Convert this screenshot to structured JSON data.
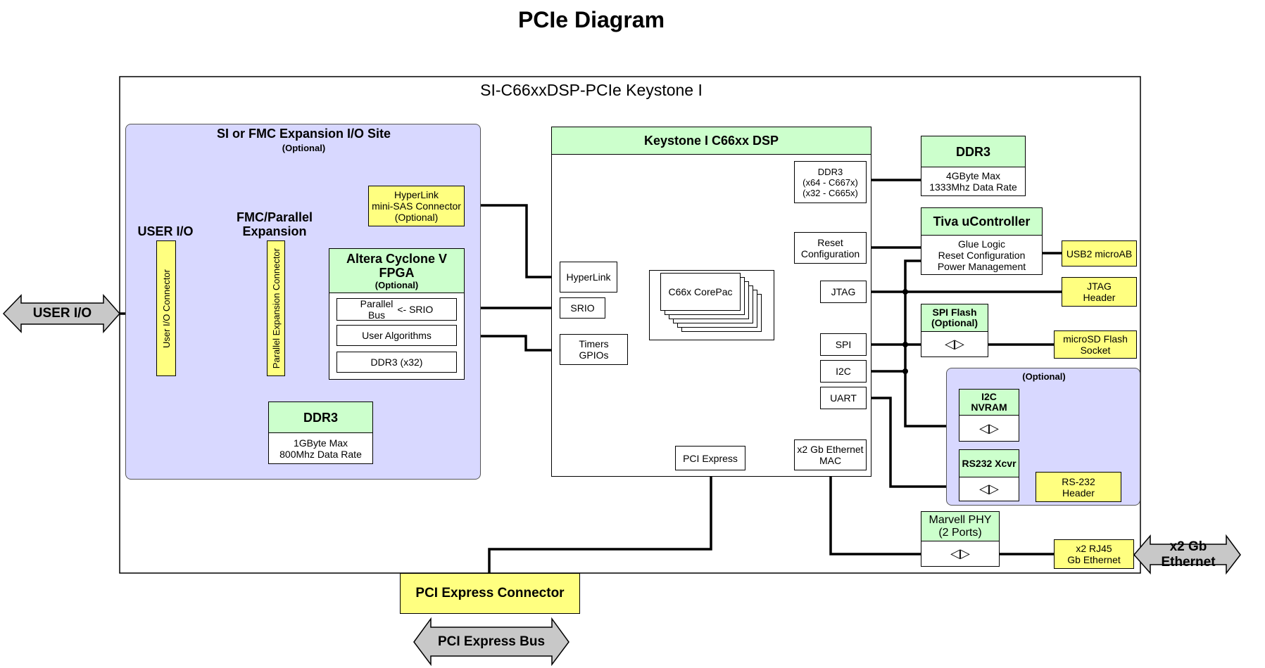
{
  "title": "PCIe Diagram",
  "board": {
    "title": "SI-C66xxDSP-PCIe  Keystone I"
  },
  "expansion": {
    "title": "SI or FMC Expansion I/O Site",
    "subtitle": "(Optional)",
    "user_io_label": "USER I/O",
    "user_io_connector": "User I/O Connector",
    "fmc_label_line1": "FMC/Parallel",
    "fmc_label_line2": "Expansion",
    "parallel_connector": "Parallel Expansion Connector",
    "hyperlink_conn_line1": "HyperLink",
    "hyperlink_conn_line2": "mini-SAS Connector",
    "hyperlink_conn_line3": "(Optional)",
    "fpga_title_line1": "Altera Cyclone V",
    "fpga_title_line2": "FPGA",
    "fpga_optional": "(Optional)",
    "fpga_parallel_line1": "Parallel",
    "fpga_parallel_line2": "Bus",
    "fpga_srio": "<- SRIO",
    "fpga_user_algorithms": "User Algorithms",
    "fpga_ddr3": "DDR3 (x32)",
    "ddr3_title": "DDR3",
    "ddr3_line1": "1GByte Max",
    "ddr3_line2": "800Mhz Data Rate"
  },
  "dsp": {
    "title": "Keystone I  C66xx DSP",
    "hyperlink": "HyperLink",
    "srio": "SRIO",
    "timers_line1": "Timers",
    "timers_line2": "GPIOs",
    "corepac": "C66x CorePac",
    "pci_express": "PCI Express",
    "ddr3_line1": "DDR3",
    "ddr3_line2": "(x64 - C667x)",
    "ddr3_line3": "(x32 - C665x)",
    "reset_line1": "Reset",
    "reset_line2": "Configuration",
    "jtag": "JTAG",
    "spi": "SPI",
    "i2c": "I2C",
    "uart": "UART",
    "eth_line1": "x2 Gb Ethernet",
    "eth_line2": "MAC"
  },
  "ddr3_ext": {
    "title": "DDR3",
    "line1": "4GByte Max",
    "line2": "1333Mhz Data Rate"
  },
  "tiva": {
    "title": "Tiva uController",
    "line1": "Glue Logic",
    "line2": "Reset Configuration",
    "line3": "Power Management"
  },
  "usb": {
    "label": "USB2 microAB"
  },
  "jtag_header": {
    "line1": "JTAG",
    "line2": "Header"
  },
  "spi_flash": {
    "line1": "SPI Flash",
    "line2": "(Optional)"
  },
  "microsd": {
    "line1": "microSD Flash",
    "line2": "Socket"
  },
  "optional_group": {
    "label": "(Optional)"
  },
  "nvram": {
    "line1": "I2C",
    "line2": "NVRAM"
  },
  "rs232": {
    "title": "RS232 Xcvr"
  },
  "rs232_header": {
    "line1": "RS-232",
    "line2": "Header"
  },
  "marvell": {
    "line1": "Marvell PHY",
    "line2": "(2 Ports)"
  },
  "rj45": {
    "line1": "x2 RJ45",
    "line2": "Gb Ethernet"
  },
  "eth_arrow": {
    "label": "x2 Gb Ethernet"
  },
  "user_io_arrow": {
    "label": "USER I/O"
  },
  "pci_connector": {
    "label": "PCI Express Connector"
  },
  "pci_bus": {
    "label": "PCI Express Bus"
  },
  "arrow_glyph": "◁▷",
  "colors": {
    "yellow": "#ffff80",
    "green": "#ccffcc",
    "lavender": "#d8d8ff",
    "arrow_gray": "#c8c8c8",
    "bus_gray": "#c0c0c0"
  }
}
